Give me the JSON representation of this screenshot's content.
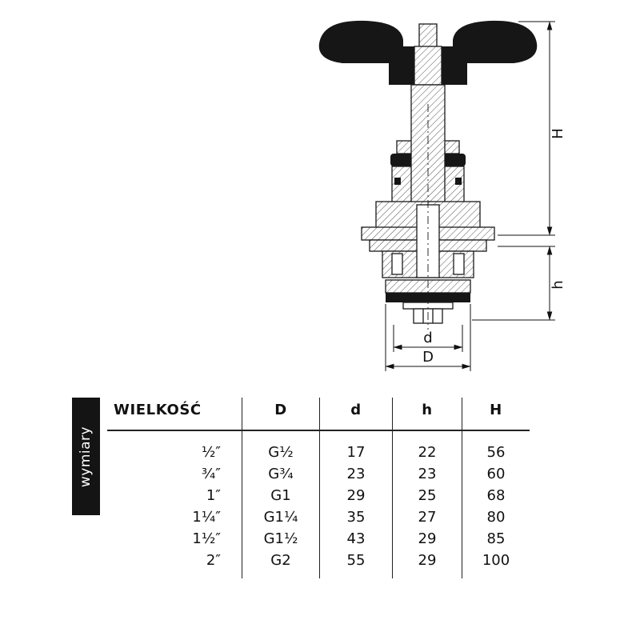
{
  "diagram": {
    "dim_labels": {
      "H": "H",
      "h": "h",
      "d": "d",
      "D": "D"
    }
  },
  "table": {
    "side_label": "wymiary",
    "headers": [
      "WIELKOŚĆ",
      "D",
      "d",
      "h",
      "H"
    ],
    "rows": [
      [
        "½″",
        "G½",
        "17",
        "22",
        "56"
      ],
      [
        "¾″",
        "G¾",
        "23",
        "23",
        "60"
      ],
      [
        "1″",
        "G1",
        "29",
        "25",
        "68"
      ],
      [
        "1¼″",
        "G1¼",
        "35",
        "27",
        "80"
      ],
      [
        "1½″",
        "G1½",
        "43",
        "29",
        "85"
      ],
      [
        "2″",
        "G2",
        "55",
        "29",
        "100"
      ]
    ]
  }
}
